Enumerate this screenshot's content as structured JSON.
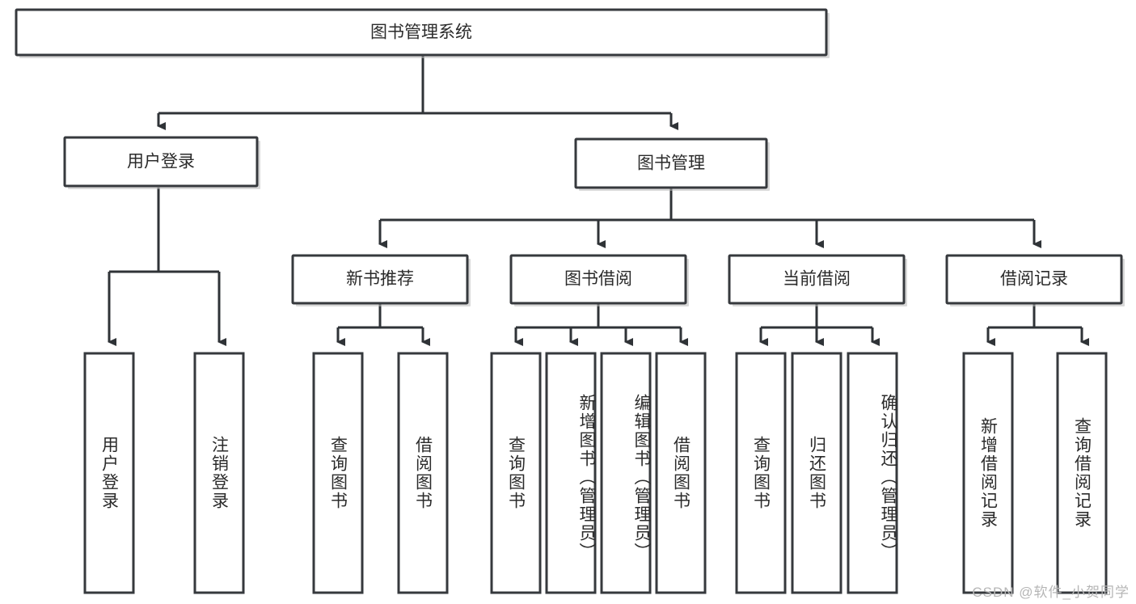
{
  "diagram": {
    "type": "tree",
    "title": "图书管理系统",
    "watermark": "CSDN @软件_小贺同学",
    "colors": {
      "box_stroke": "#36393d",
      "box_fill": "#ffffff",
      "edge": "#2f3337",
      "text": "#2b2b2b",
      "watermark": "#b6b6b6",
      "background": "#ffffff"
    },
    "root": {
      "label": "图书管理系统"
    },
    "level2": [
      {
        "label": "用户登录"
      },
      {
        "label": "图书管理"
      }
    ],
    "level3": [
      {
        "label": "新书推荐"
      },
      {
        "label": "图书借阅"
      },
      {
        "label": "当前借阅"
      },
      {
        "label": "借阅记录"
      }
    ],
    "leaves": {
      "user_login": [
        {
          "label": "用户登录"
        },
        {
          "label": "注销登录"
        }
      ],
      "new_book": [
        {
          "label": "查询图书"
        },
        {
          "label": "借阅图书"
        }
      ],
      "book_borrow": [
        {
          "label": "查询图书"
        },
        {
          "label": "新增图书（管理员）"
        },
        {
          "label": "编辑图书（管理员）"
        },
        {
          "label": "借阅图书"
        }
      ],
      "current_borrow": [
        {
          "label": "查询图书"
        },
        {
          "label": "归还图书"
        },
        {
          "label": "确认归还（管理员）"
        }
      ],
      "borrow_record": [
        {
          "label": "新增借阅记录"
        },
        {
          "label": "查询借阅记录"
        }
      ]
    }
  }
}
